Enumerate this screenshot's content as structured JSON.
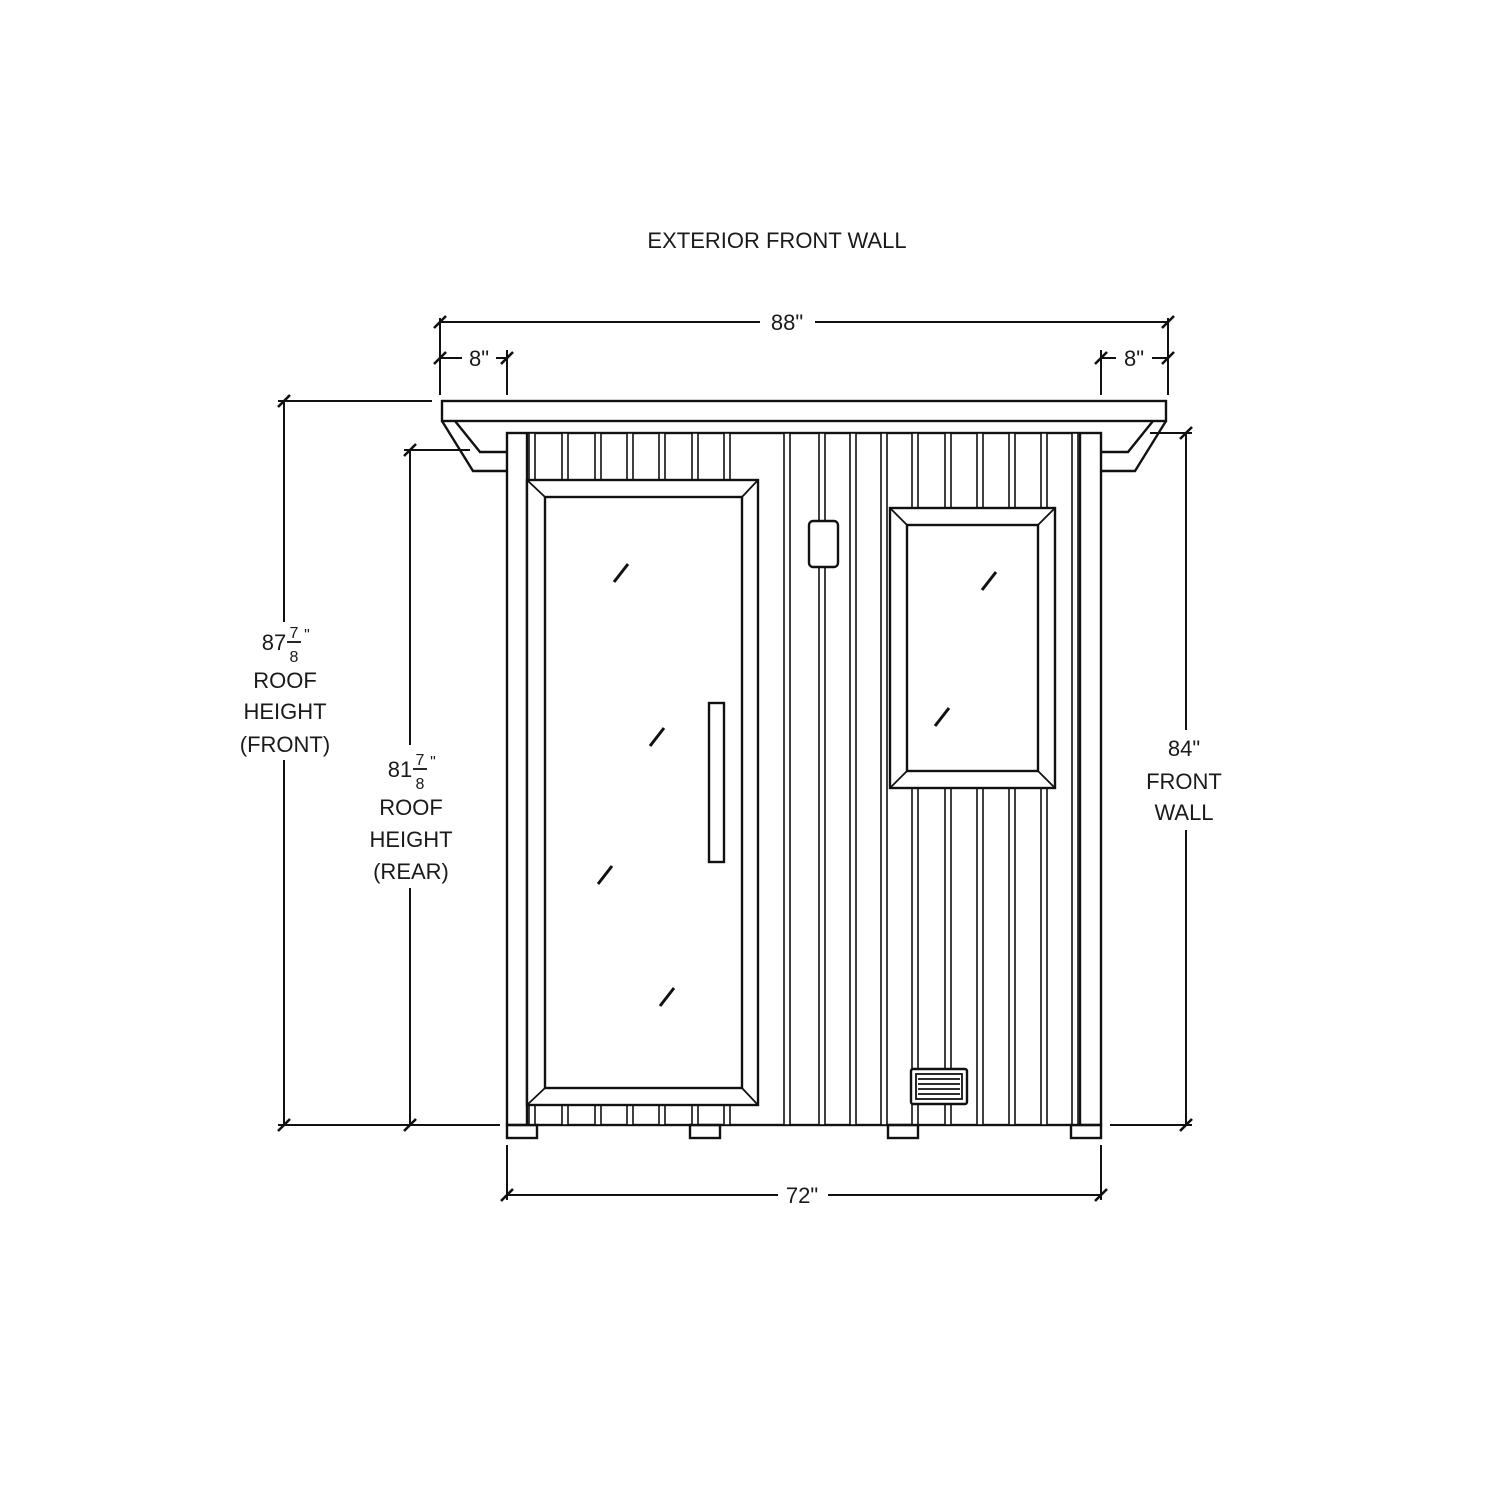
{
  "title": "EXTERIOR FRONT WALL",
  "dimensions": {
    "overall_width": "88\"",
    "left_overhang": "8\"",
    "right_overhang": "8\"",
    "wall_width": "72\"",
    "roof_front": {
      "whole": "87",
      "num": "7",
      "den": "8",
      "inch": "\"",
      "lines": [
        "ROOF",
        "HEIGHT",
        "(FRONT)"
      ]
    },
    "roof_rear": {
      "whole": "81",
      "num": "7",
      "den": "8",
      "inch": "\"",
      "lines": [
        "ROOF",
        "HEIGHT",
        "(REAR)"
      ]
    },
    "front_wall": {
      "value": "84\"",
      "lines": [
        "FRONT",
        "WALL"
      ]
    }
  }
}
